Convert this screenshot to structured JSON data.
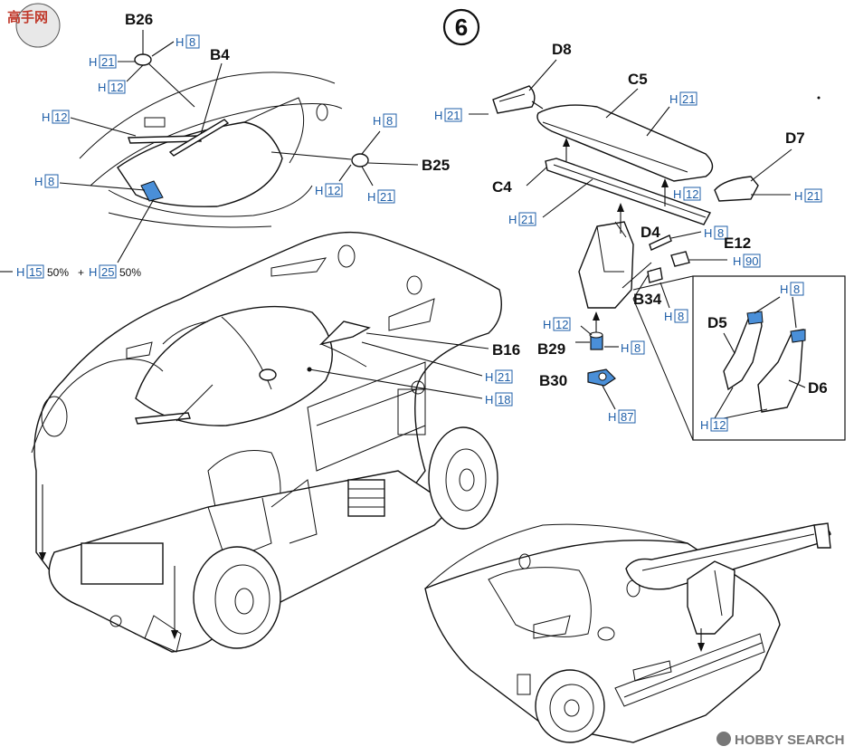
{
  "step": {
    "number": "6"
  },
  "color_codes": {
    "h8": "8",
    "h12": "12",
    "h15": "15",
    "h18": "18",
    "h21": "21",
    "h25": "25",
    "h87": "87",
    "h90": "90",
    "prefix": "H"
  },
  "parts": {
    "b4": "B4",
    "b16": "B16",
    "b25": "B25",
    "b26": "B26",
    "b29": "B29",
    "b30": "B30",
    "b34": "B34",
    "c4": "C4",
    "c5": "C5",
    "d4": "D4",
    "d5": "D5",
    "d6": "D6",
    "d7": "D7",
    "d8": "D8",
    "e12": "E12"
  },
  "mix": {
    "pct1": "50%",
    "plus": "+",
    "pct2": "50%"
  },
  "watermark": {
    "left": "高手网",
    "right": "HOBBY SEARCH"
  },
  "colors": {
    "accent": "#1f5fa8",
    "highlight": "#4a8fd8",
    "ink": "#111111"
  }
}
